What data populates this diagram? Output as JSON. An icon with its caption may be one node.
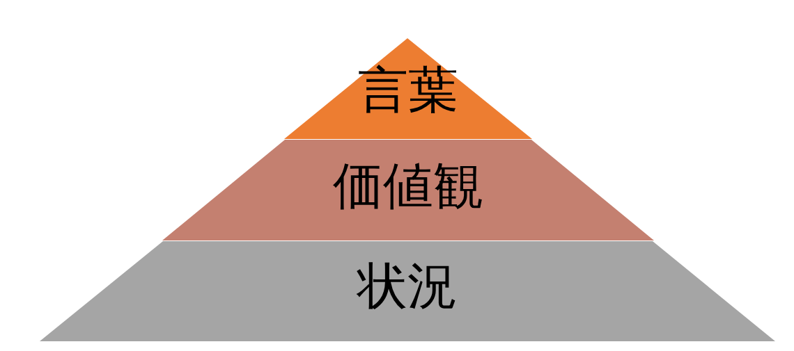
{
  "diagram": {
    "nodes": [
      {
        "text": [
          "言葉"
        ]
      },
      {
        "text": [
          "価値観"
        ]
      },
      {
        "text": [
          "状況"
        ]
      }
    ]
  }
}
